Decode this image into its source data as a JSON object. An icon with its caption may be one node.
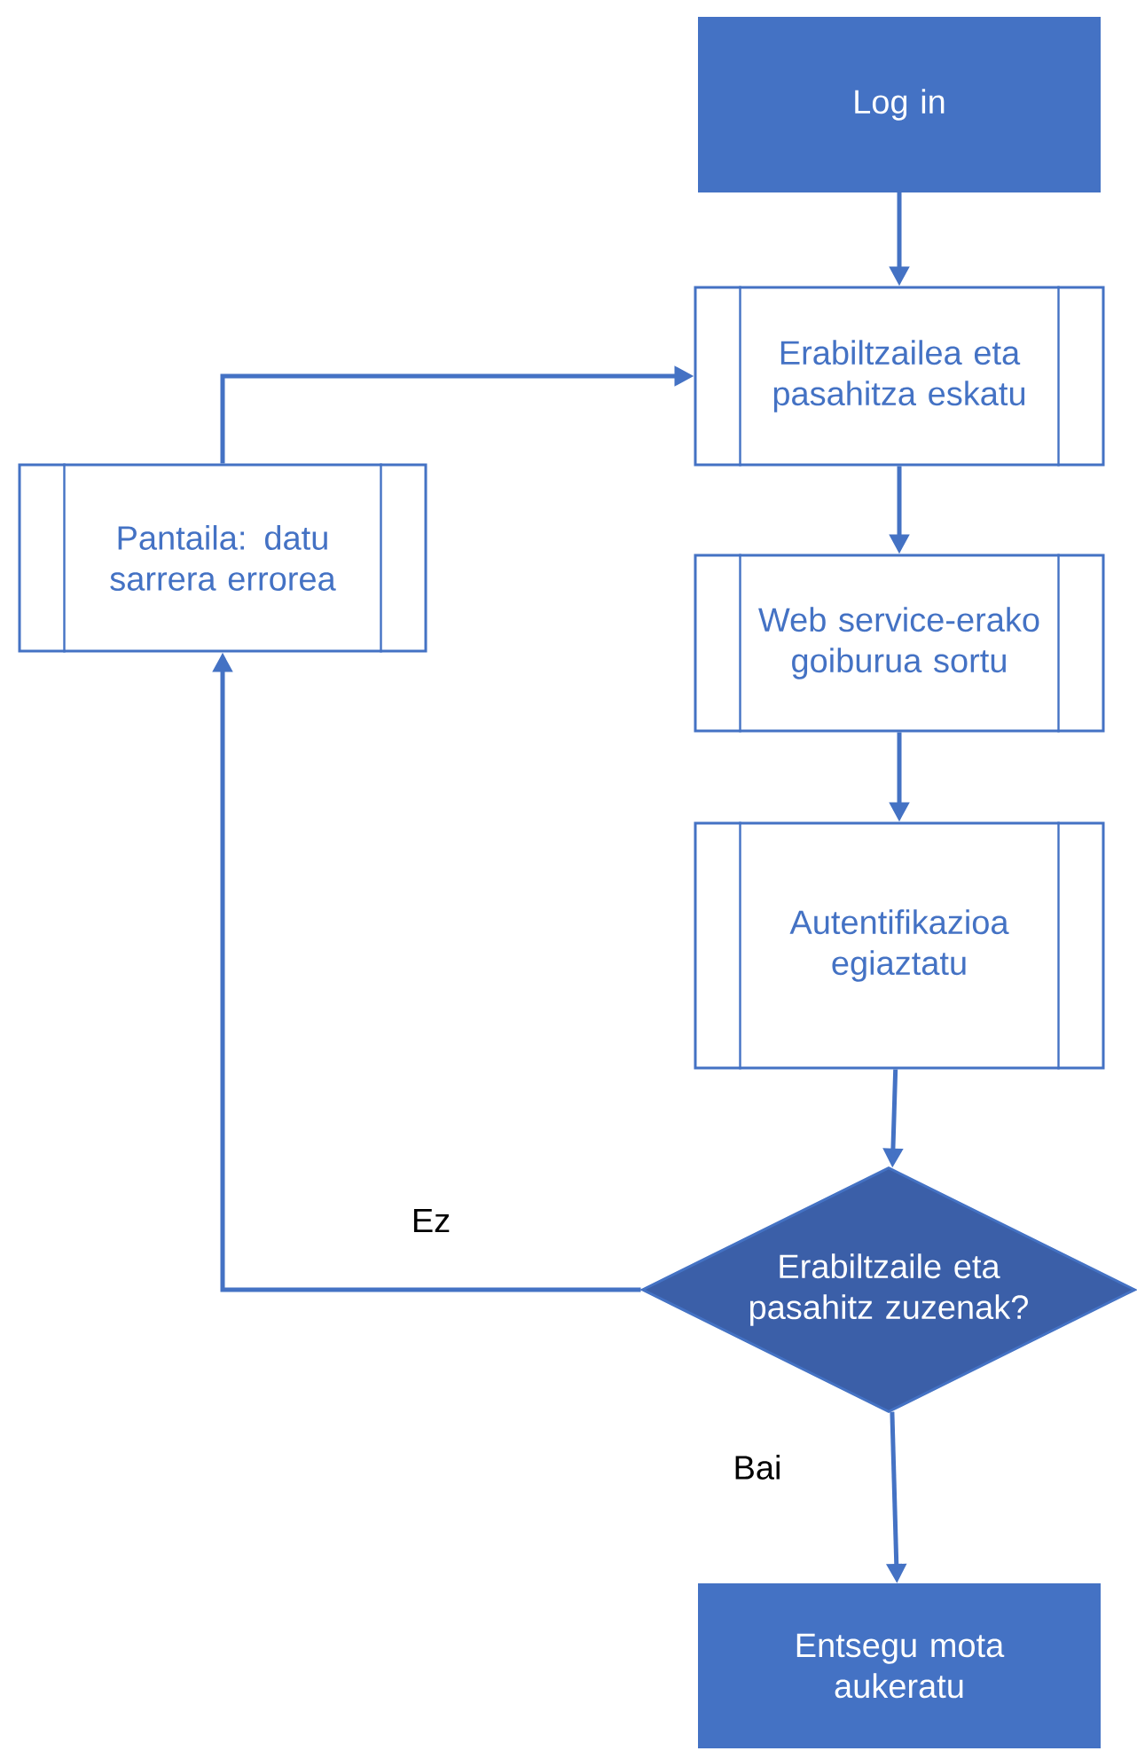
{
  "diagram": {
    "nodes": [
      {
        "text": [
          "Log in"
        ]
      },
      {
        "text": [
          "Erabiltzailea eta pasahitza eskatu"
        ]
      },
      {
        "text": [
          "Web service-erako goiburua sortu"
        ]
      },
      {
        "text": [
          "Autentifikazioa egiaztatu"
        ]
      },
      {
        "text": [
          "Erabiltzaile eta pasahitz zuzenak?"
        ]
      },
      {
        "text": [
          "Entsegu mota aukeratu"
        ]
      },
      {
        "text": [
          "Pantaila: datu sarrera errorea"
        ]
      }
    ],
    "edges": [
      {
        "from": 0,
        "to": 1,
        "arrow": "to"
      },
      {
        "from": 1,
        "to": 2,
        "arrow": "to"
      },
      {
        "from": 2,
        "to": 3,
        "arrow": "to"
      },
      {
        "from": 3,
        "to": 4,
        "arrow": "to"
      },
      {
        "from": 4,
        "to": 5,
        "arrow": "to",
        "label": "Bai"
      },
      {
        "from": 4,
        "to": 6,
        "arrow": "to",
        "label": "Ez"
      },
      {
        "from": 6,
        "to": 1,
        "arrow": "to"
      }
    ]
  }
}
